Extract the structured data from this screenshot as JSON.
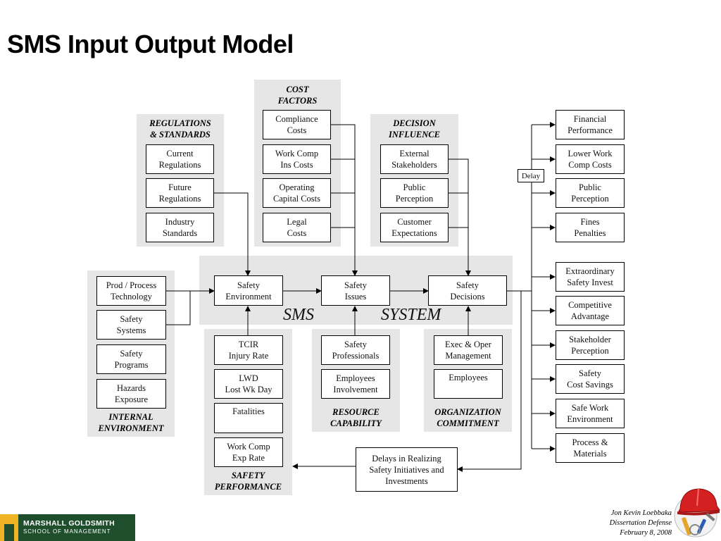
{
  "title": "SMS Input Output Model",
  "sms_label": "SMS",
  "system_label": "SYSTEM",
  "groups": {
    "regulations": {
      "heading": "REGULATIONS\n& STANDARDS",
      "items": [
        "Current\nRegulations",
        "Future\nRegulations",
        "Industry\nStandards"
      ]
    },
    "cost_factors": {
      "heading": "COST\nFACTORS",
      "items": [
        "Compliance\nCosts",
        "Work Comp\nIns Costs",
        "Operating\nCapital Costs",
        "Legal\nCosts"
      ]
    },
    "decision_influence": {
      "heading": "DECISION\nINFLUENCE",
      "items": [
        "External\nStakeholders",
        "Public\nPerception",
        "Customer\nExpectations"
      ]
    },
    "internal_environment": {
      "heading": "INTERNAL\nENVIRONMENT",
      "items": [
        "Prod / Process\nTechnology",
        "Safety\nSystems",
        "Safety\nPrograms",
        "Hazards\nExposure"
      ]
    },
    "safety_performance": {
      "heading": "SAFETY\nPERFORMANCE",
      "items": [
        "TCIR\nInjury Rate",
        "LWD\nLost Wk Day",
        "Fatalities",
        "Work Comp\nExp Rate"
      ]
    },
    "resource_capability": {
      "heading": "RESOURCE\nCAPABILITY",
      "items": [
        "Safety\nProfessionals",
        "Employees\nInvolvement"
      ]
    },
    "organization_commitment": {
      "heading": "ORGANIZATION\nCOMMITMENT",
      "items": [
        "Exec & Oper\nManagement",
        "Employees"
      ]
    }
  },
  "system": [
    "Safety\nEnvironment",
    "Safety\nIssues",
    "Safety\nDecisions"
  ],
  "delay_label": "Delay",
  "outputs": [
    "Financial\nPerformance",
    "Lower Work\nComp Costs",
    "Public\nPerception",
    "Fines\nPenalties",
    "Extraordinary\nSafety Invest",
    "Competitive\nAdvantage",
    "Stakeholder\nPerception",
    "Safety\nCost Savings",
    "Safe Work\nEnvironment",
    "Process &\nMaterials"
  ],
  "feedback": "Delays in Realizing\nSafety Initiatives and\nInvestments",
  "logo": {
    "line1": "MARSHALL GOLDSMITH",
    "line2": "SCHOOL OF MANAGEMENT"
  },
  "author": {
    "name": "Jon Kevin Loebbaka",
    "event": "Dissertation Defense",
    "date": "February 8, 2008"
  },
  "clipart": "safety-helmet-tools-icon"
}
